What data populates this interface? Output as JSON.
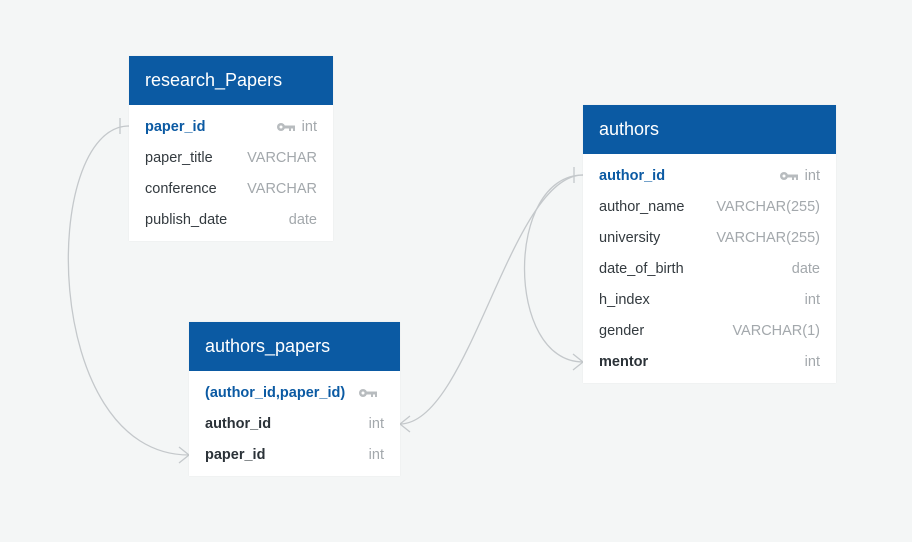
{
  "tables": {
    "research_papers": {
      "title": "research_Papers",
      "columns": [
        {
          "name": "paper_id",
          "type": "int",
          "pk": true
        },
        {
          "name": "paper_title",
          "type": "VARCHAR"
        },
        {
          "name": "conference",
          "type": "VARCHAR"
        },
        {
          "name": "publish_date",
          "type": "date"
        }
      ]
    },
    "authors": {
      "title": "authors",
      "columns": [
        {
          "name": "author_id",
          "type": "int",
          "pk": true
        },
        {
          "name": "author_name",
          "type": "VARCHAR(255)"
        },
        {
          "name": "university",
          "type": "VARCHAR(255)"
        },
        {
          "name": "date_of_birth",
          "type": "date"
        },
        {
          "name": "h_index",
          "type": "int"
        },
        {
          "name": "gender",
          "type": "VARCHAR(1)"
        },
        {
          "name": "mentor",
          "type": "int",
          "fk": true
        }
      ]
    },
    "authors_papers": {
      "title": "authors_papers",
      "columns": [
        {
          "name": "(author_id,paper_id)",
          "type": "",
          "pk": true
        },
        {
          "name": "author_id",
          "type": "int",
          "fk": true
        },
        {
          "name": "paper_id",
          "type": "int",
          "fk": true
        }
      ]
    }
  },
  "colors": {
    "header_bg": "#0b5aa3",
    "canvas_bg": "#f4f6f6",
    "relation_line": "#c4c8cb",
    "key_icon": "#b8bcbf"
  }
}
